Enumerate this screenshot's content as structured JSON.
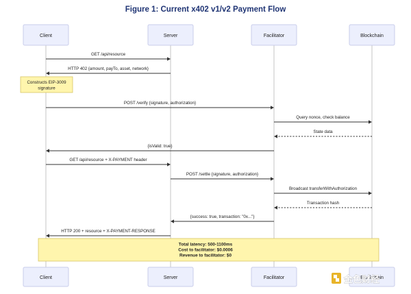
{
  "title": "Figure 1: Current x402 v1/v2 Payment Flow",
  "actors": [
    {
      "id": "client",
      "label": "Client"
    },
    {
      "id": "server",
      "label": "Server"
    },
    {
      "id": "facilitator",
      "label": "Facilitator"
    },
    {
      "id": "blockchain",
      "label": "Blockchain"
    }
  ],
  "messages": [
    {
      "from": "client",
      "to": "server",
      "label": "GET /api/resource",
      "style": "solid"
    },
    {
      "from": "server",
      "to": "client",
      "label": "HTTP 402 {amount, payTo, asset, network}",
      "style": "solid"
    },
    {
      "from": "client",
      "to": "facilitator",
      "label": "POST /verify {signature, authorization}",
      "style": "solid"
    },
    {
      "from": "facilitator",
      "to": "blockchain",
      "label": "Query nonce, check balance",
      "style": "solid"
    },
    {
      "from": "blockchain",
      "to": "facilitator",
      "label": "State data",
      "style": "dashed"
    },
    {
      "from": "facilitator",
      "to": "client",
      "label": "{isValid: true}",
      "style": "solid"
    },
    {
      "from": "client",
      "to": "server",
      "label": "GET /api/resource + X-PAYMENT header",
      "style": "solid"
    },
    {
      "from": "server",
      "to": "facilitator",
      "label": "POST /settle {signature, authorization}",
      "style": "solid"
    },
    {
      "from": "facilitator",
      "to": "blockchain",
      "label": "Broadcast transferWithAuthorization",
      "style": "solid"
    },
    {
      "from": "blockchain",
      "to": "facilitator",
      "label": "Transaction hash",
      "style": "dashed"
    },
    {
      "from": "facilitator",
      "to": "server",
      "label": "{success: true, transaction: \"0x...\"}",
      "style": "solid"
    },
    {
      "from": "server",
      "to": "client",
      "label": "HTTP 200 + resource + X-PAYMENT-RESPONSE",
      "style": "solid"
    }
  ],
  "notes": {
    "signature": {
      "line1": "Constructs EIP-3009",
      "line2": "signature"
    },
    "summary": {
      "line1": "Total latency: 500-1100ms",
      "line2": "Cost to facilitator: $0.0006",
      "line3": "Revenue to facilitator: $0"
    }
  },
  "watermark": {
    "text": "金色财经",
    "logo_color": "#e8b42a"
  },
  "colors": {
    "title": "#1f3474",
    "actor_fill": "#eceffd",
    "actor_stroke": "#c9cdea",
    "note_fill": "#fff5ad",
    "note_stroke": "#d7c566"
  }
}
